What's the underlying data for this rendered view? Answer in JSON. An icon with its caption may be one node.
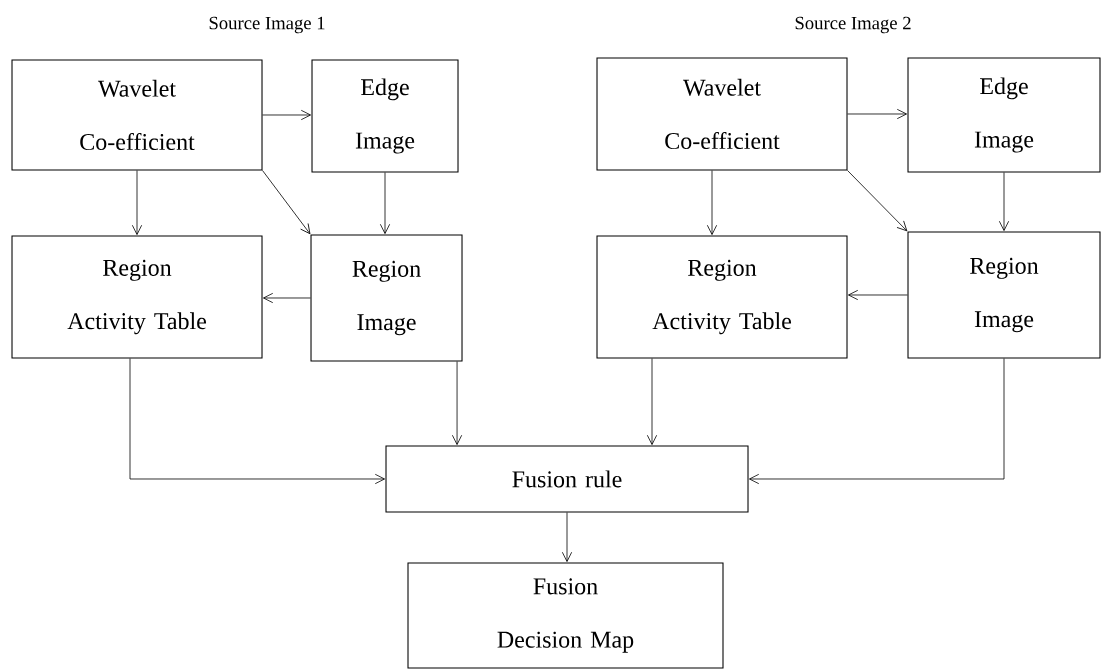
{
  "diagram": {
    "nodes": [
      {
        "text": [
          "Wavelet Co-efficient"
        ]
      },
      {
        "text": [
          "Edge Image"
        ]
      },
      {
        "text": [
          "Region Activity Table"
        ]
      },
      {
        "text": [
          "Region Image"
        ]
      },
      {
        "text": [
          "Wavelet Co-efficient"
        ]
      },
      {
        "text": [
          "Edge Image"
        ]
      },
      {
        "text": [
          "Region Activity Table"
        ]
      },
      {
        "text": [
          "Region Image"
        ]
      },
      {
        "text": [
          "Fusion rule"
        ]
      },
      {
        "text": [
          "Fusion Decision Map"
        ]
      }
    ],
    "edges": [
      {
        "from": 0,
        "to": 1,
        "arrow": "to"
      },
      {
        "from": 0,
        "to": 2,
        "arrow": "to"
      },
      {
        "from": 0,
        "to": 3,
        "arrow": "to"
      },
      {
        "from": 1,
        "to": 3,
        "arrow": "to"
      },
      {
        "from": 3,
        "to": 2,
        "arrow": "to"
      },
      {
        "from": 2,
        "to": 8,
        "arrow": "to"
      },
      {
        "from": 3,
        "to": 8,
        "arrow": "to"
      },
      {
        "from": 4,
        "to": 5,
        "arrow": "to"
      },
      {
        "from": 4,
        "to": 6,
        "arrow": "to"
      },
      {
        "from": 4,
        "to": 7,
        "arrow": "to"
      },
      {
        "from": 5,
        "to": 7,
        "arrow": "to"
      },
      {
        "from": 7,
        "to": 6,
        "arrow": "to"
      },
      {
        "from": 6,
        "to": 8,
        "arrow": "to"
      },
      {
        "from": 7,
        "to": 8,
        "arrow": "to"
      },
      {
        "from": 8,
        "to": 9,
        "arrow": "to"
      }
    ],
    "labels": [
      "Source Image 1",
      "Source Image 2"
    ]
  }
}
